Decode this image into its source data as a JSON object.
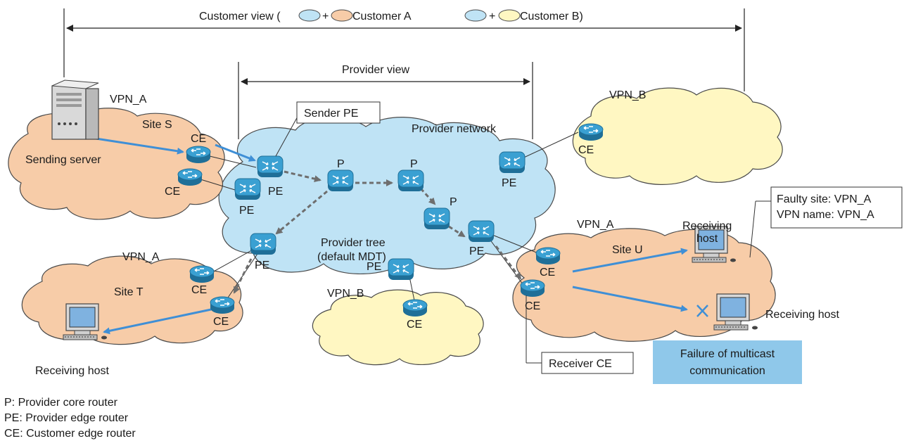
{
  "views": {
    "customer_prefix": "Customer view (",
    "plus": "+",
    "customer_a": "Customer A",
    "customer_b": "Customer B)",
    "provider": "Provider view"
  },
  "network": {
    "provider_network": "Provider network",
    "provider_tree_1": "Provider tree",
    "provider_tree_2": "(default MDT)"
  },
  "sites": {
    "vpn_a": "VPN_A",
    "vpn_b": "VPN_B",
    "site_s": "Site S",
    "site_t": "Site T",
    "site_u": "Site U"
  },
  "hosts": {
    "sending_server": "Sending server",
    "receiving_host": "Receiving host",
    "receiving_host_u1": "Receiving",
    "receiving_host_u2": "host"
  },
  "routers": {
    "pe": "PE",
    "p": "P",
    "ce": "CE"
  },
  "callouts": {
    "sender_pe": "Sender PE",
    "receiver_ce": "Receiver CE",
    "faulty_site": "Faulty site: VPN_A",
    "vpn_name": "VPN name: VPN_A",
    "failure_1": "Failure of multicast",
    "failure_2": "communication"
  },
  "legend": [
    "P: Provider core router",
    "PE: Provider edge router",
    "CE: Customer edge router"
  ],
  "colors": {
    "provider_cloud": "#bfe3f5",
    "customer_a_cloud": "#f7cca8",
    "customer_b_cloud": "#fff7c2",
    "router": "#2c8fbf",
    "flow_arrow": "#3f8fd6",
    "tree_arrow": "#6e6e6e",
    "failure_box": "#8fc8ea"
  }
}
